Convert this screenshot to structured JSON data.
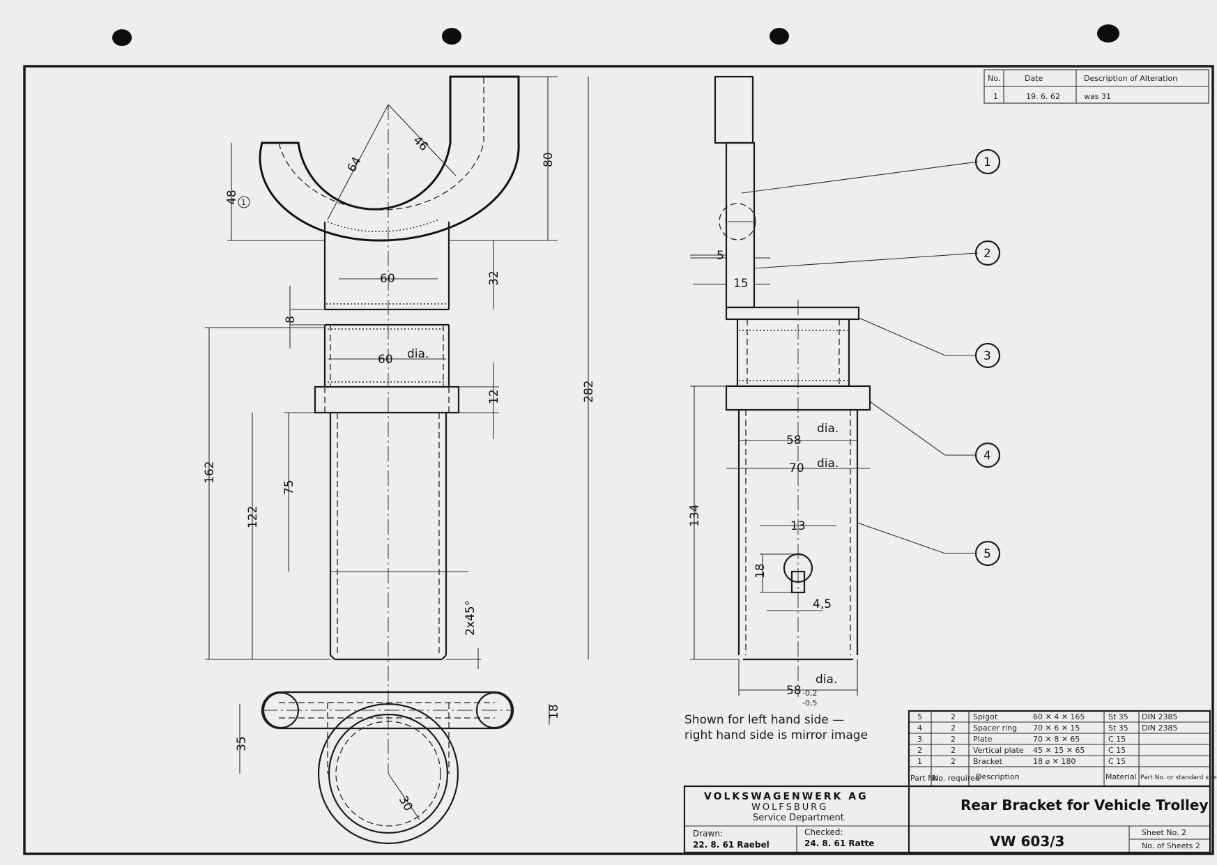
{
  "revision_table": {
    "headers": [
      "No.",
      "Date",
      "Description of Alteration"
    ],
    "rows": [
      [
        "1",
        "19. 6. 62",
        "was 31"
      ]
    ]
  },
  "dimensions": {
    "radius_64": "64",
    "radius_46": "46",
    "d48": "48",
    "d80": "80",
    "d60": "60",
    "d32": "32",
    "d8": "8",
    "d60dia": "60",
    "dia_word": "dia.",
    "d12": "12",
    "d282": "282",
    "d162": "162",
    "d75": "75",
    "d122": "122",
    "chamfer": "2x45°",
    "d18_bottom": "18",
    "d35": "35",
    "radius_30": "30",
    "side_5": "5",
    "side_15": "15",
    "d58": "58",
    "d70": "70",
    "d134": "134",
    "d13": "13",
    "d18_side": "18",
    "d4_5": "4,5",
    "d58_bottom": "58",
    "tol_upper": "-0,2",
    "tol_lower": "-0,5"
  },
  "balloons": [
    "1",
    "2",
    "3",
    "4",
    "5"
  ],
  "note": {
    "line1": "Shown for left hand side —",
    "line2": "right hand side is mirror image"
  },
  "parts_list": {
    "headers": [
      "Part No.",
      "No. required",
      "Description",
      "Material",
      "Part No. or standard spec."
    ],
    "rows": [
      [
        "5",
        "2",
        "Spigot",
        "60 ✕ 4 ✕ 165",
        "St 35",
        "DIN 2385"
      ],
      [
        "4",
        "2",
        "Spacer ring",
        "70 ✕ 6 ✕ 15",
        "St 35",
        "DIN 2385"
      ],
      [
        "3",
        "2",
        "Plate",
        "70 ✕ 8 ✕ 65",
        "C 15",
        ""
      ],
      [
        "2",
        "2",
        "Vertical plate",
        "45 ✕ 15 ✕ 65",
        "C 15",
        ""
      ],
      [
        "1",
        "2",
        "Bracket",
        "18 ⌀ ✕ 180",
        "C 15",
        ""
      ]
    ]
  },
  "title_block": {
    "company": "VOLKSWAGENWERK AG",
    "city": "WOLFSBURG",
    "department": "Service Department",
    "drawing_title": "Rear Bracket for Vehicle Trolley",
    "drawn_label": "Drawn:",
    "drawn_value": "22. 8. 61 Raebel",
    "checked_label": "Checked:",
    "checked_value": "24. 8. 61 Ratte",
    "drawing_number": "VW 603/3",
    "sheet_no": "Sheet No. 2",
    "no_of_sheets": "No. of Sheets 2"
  }
}
